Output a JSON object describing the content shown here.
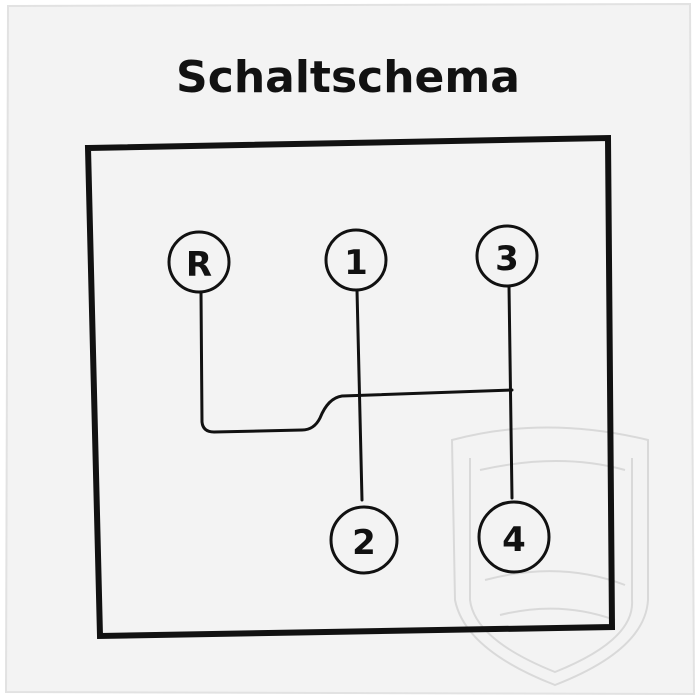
{
  "title": "Schaltschema",
  "gears": [
    {
      "id": "R",
      "label": "R"
    },
    {
      "id": "1",
      "label": "1"
    },
    {
      "id": "3",
      "label": "3"
    },
    {
      "id": "2",
      "label": "2"
    },
    {
      "id": "4",
      "label": "4"
    }
  ],
  "colors": {
    "sticker": "#f3f3f3",
    "background": "#ffffff",
    "ink": "#111111",
    "watermark": "#d6d6d6"
  }
}
